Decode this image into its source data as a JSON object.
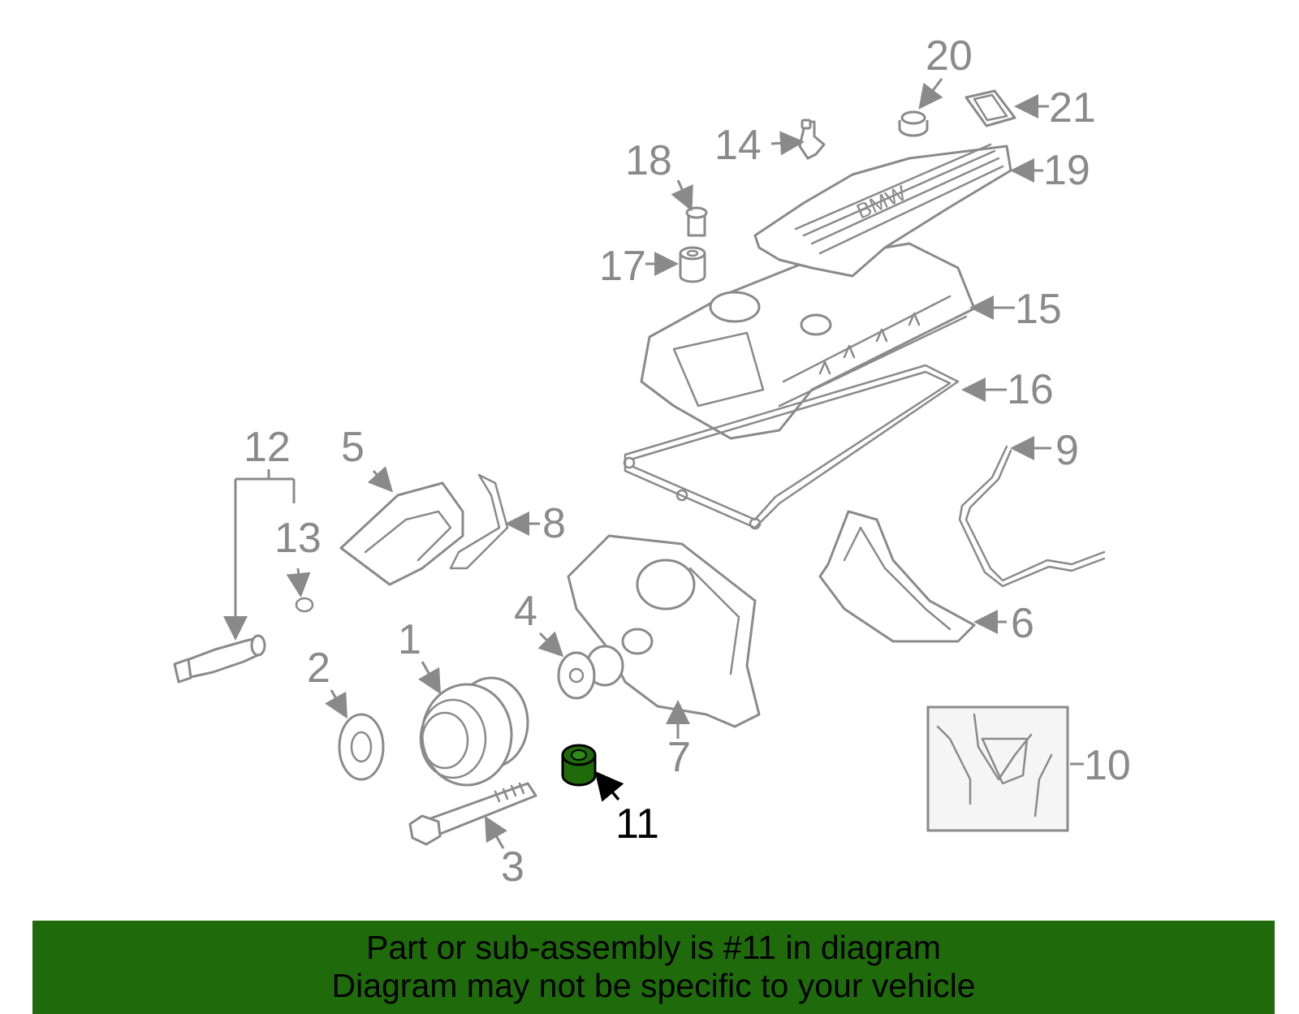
{
  "callouts": {
    "c1": "1",
    "c2": "2",
    "c3": "3",
    "c4": "4",
    "c5": "5",
    "c6": "6",
    "c7": "7",
    "c8": "8",
    "c9": "9",
    "c10": "10",
    "c11": "11",
    "c12": "12",
    "c13": "13",
    "c14": "14",
    "c15": "15",
    "c16": "16",
    "c17": "17",
    "c18": "18",
    "c19": "19",
    "c20": "20",
    "c21": "21"
  },
  "highlighted_part": "11",
  "colors": {
    "highlight": "#1f6b0b",
    "line_art": "#8a8a8a",
    "banner": "#1f6b0b"
  },
  "logo_text": "BMW",
  "footer": {
    "line1": "Part or sub-assembly is #11 in diagram",
    "line2": "Diagram may not be specific to your vehicle"
  }
}
